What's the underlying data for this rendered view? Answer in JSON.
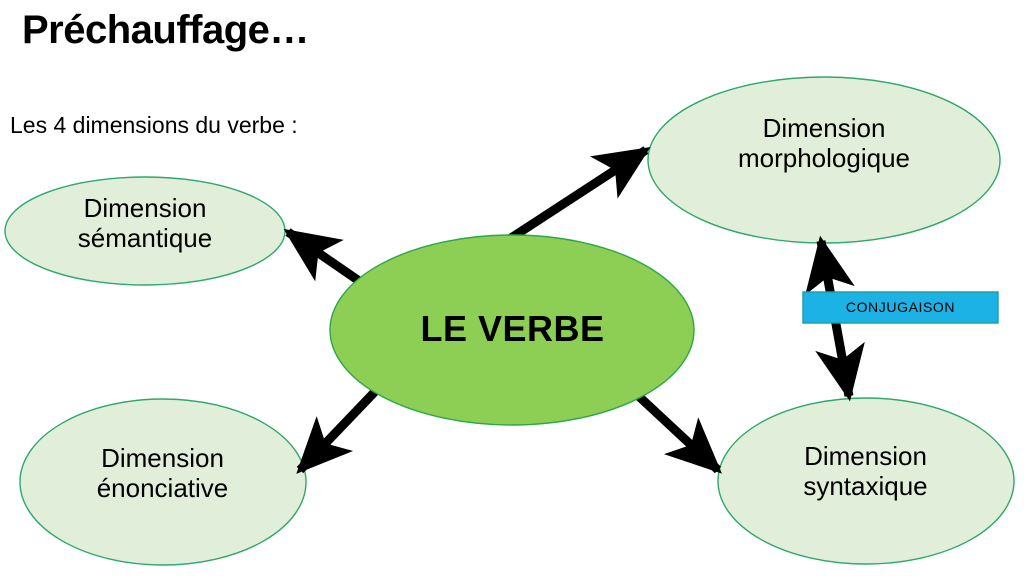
{
  "slide": {
    "title": "Préchauffage…",
    "subtitle": "Les 4 dimensions du verbe :",
    "background_color": "#ffffff"
  },
  "diagram": {
    "type": "mind-map",
    "center_node": {
      "id": "le-verbe",
      "label": "LE VERBE",
      "shape": "ellipse",
      "fill_color": "#8DCE54",
      "stroke_color": "#2BA84A",
      "text_color": "#000000"
    },
    "branch_fill_color": "#E1EFDA",
    "branch_stroke_color": "#2EA86C",
    "branch_text_color": "#000000",
    "nodes": [
      {
        "id": "dimension-semantique",
        "line1": "Dimension",
        "line2": "sémantique",
        "position": "top-left",
        "shape": "ellipse"
      },
      {
        "id": "dimension-morphologique",
        "line1": "Dimension",
        "line2": "morphologique",
        "position": "top-right",
        "shape": "ellipse"
      },
      {
        "id": "dimension-enonciative",
        "line1": "Dimension",
        "line2": "énonciative",
        "position": "bottom-left",
        "shape": "ellipse"
      },
      {
        "id": "dimension-syntaxique",
        "line1": "Dimension",
        "line2": "syntaxique",
        "position": "bottom-right",
        "shape": "ellipse"
      }
    ],
    "tag": {
      "id": "conjugaison",
      "label": "CONJUGAISON",
      "shape": "rectangle",
      "fill_color": "#1CB2E6",
      "stroke_color": "#14A0A0",
      "text_color": "#000000"
    },
    "arrows": [
      {
        "id": "arrow-verbe-to-semantique",
        "from": "le-verbe",
        "to": "dimension-semantique",
        "heads": "single"
      },
      {
        "id": "arrow-verbe-to-morphologique",
        "from": "le-verbe",
        "to": "dimension-morphologique",
        "heads": "single"
      },
      {
        "id": "arrow-verbe-to-enonciative",
        "from": "le-verbe",
        "to": "dimension-enonciative",
        "heads": "single"
      },
      {
        "id": "arrow-verbe-to-syntaxique",
        "from": "le-verbe",
        "to": "dimension-syntaxique",
        "heads": "single"
      },
      {
        "id": "arrow-conjugaison-vertical",
        "from": "dimension-syntaxique",
        "to": "dimension-morphologique",
        "heads": "double"
      }
    ]
  }
}
